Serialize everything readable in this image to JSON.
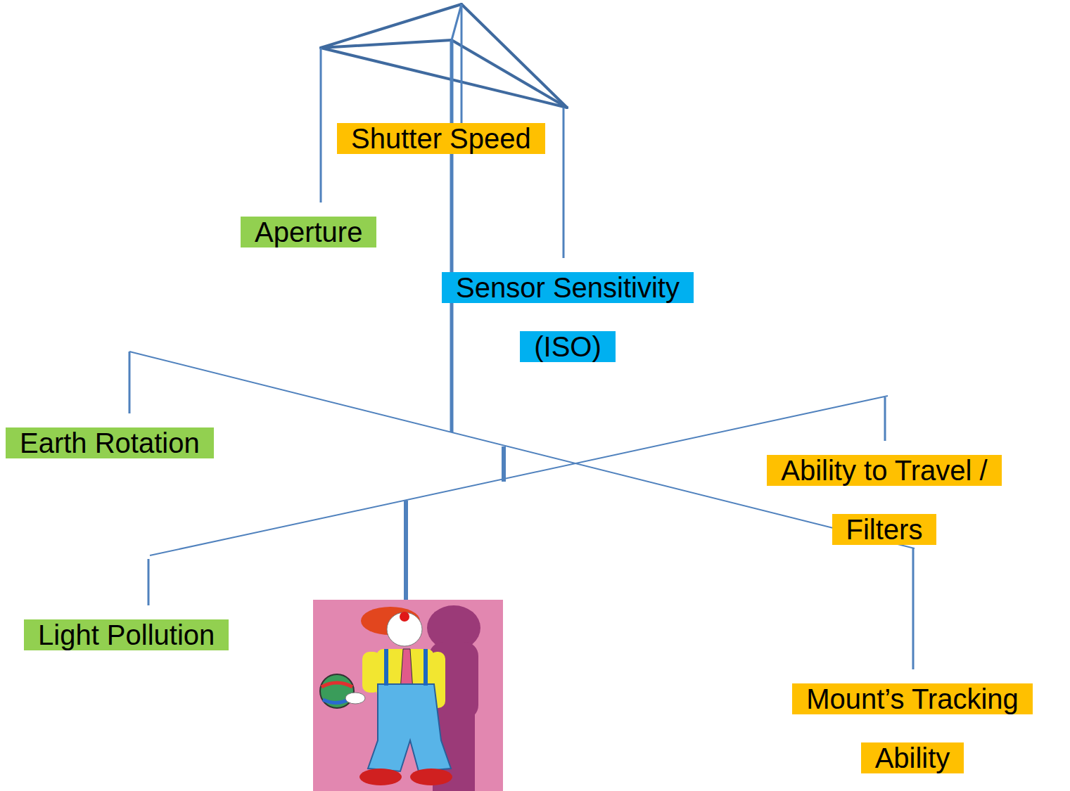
{
  "diagram": {
    "nodes": [
      {
        "text": [
          "Shutter Speed"
        ]
      },
      {
        "text": [
          "Aperture"
        ]
      },
      {
        "text": [
          "Sensor Sensitivity (ISO)"
        ]
      },
      {
        "text": [
          "Earth Rotation"
        ]
      },
      {
        "text": [
          "Ability to Travel / Filters"
        ]
      },
      {
        "text": [
          "Light Pollution"
        ]
      },
      {
        "text": [
          "Mount’s Tracking Ability"
        ]
      }
    ]
  }
}
